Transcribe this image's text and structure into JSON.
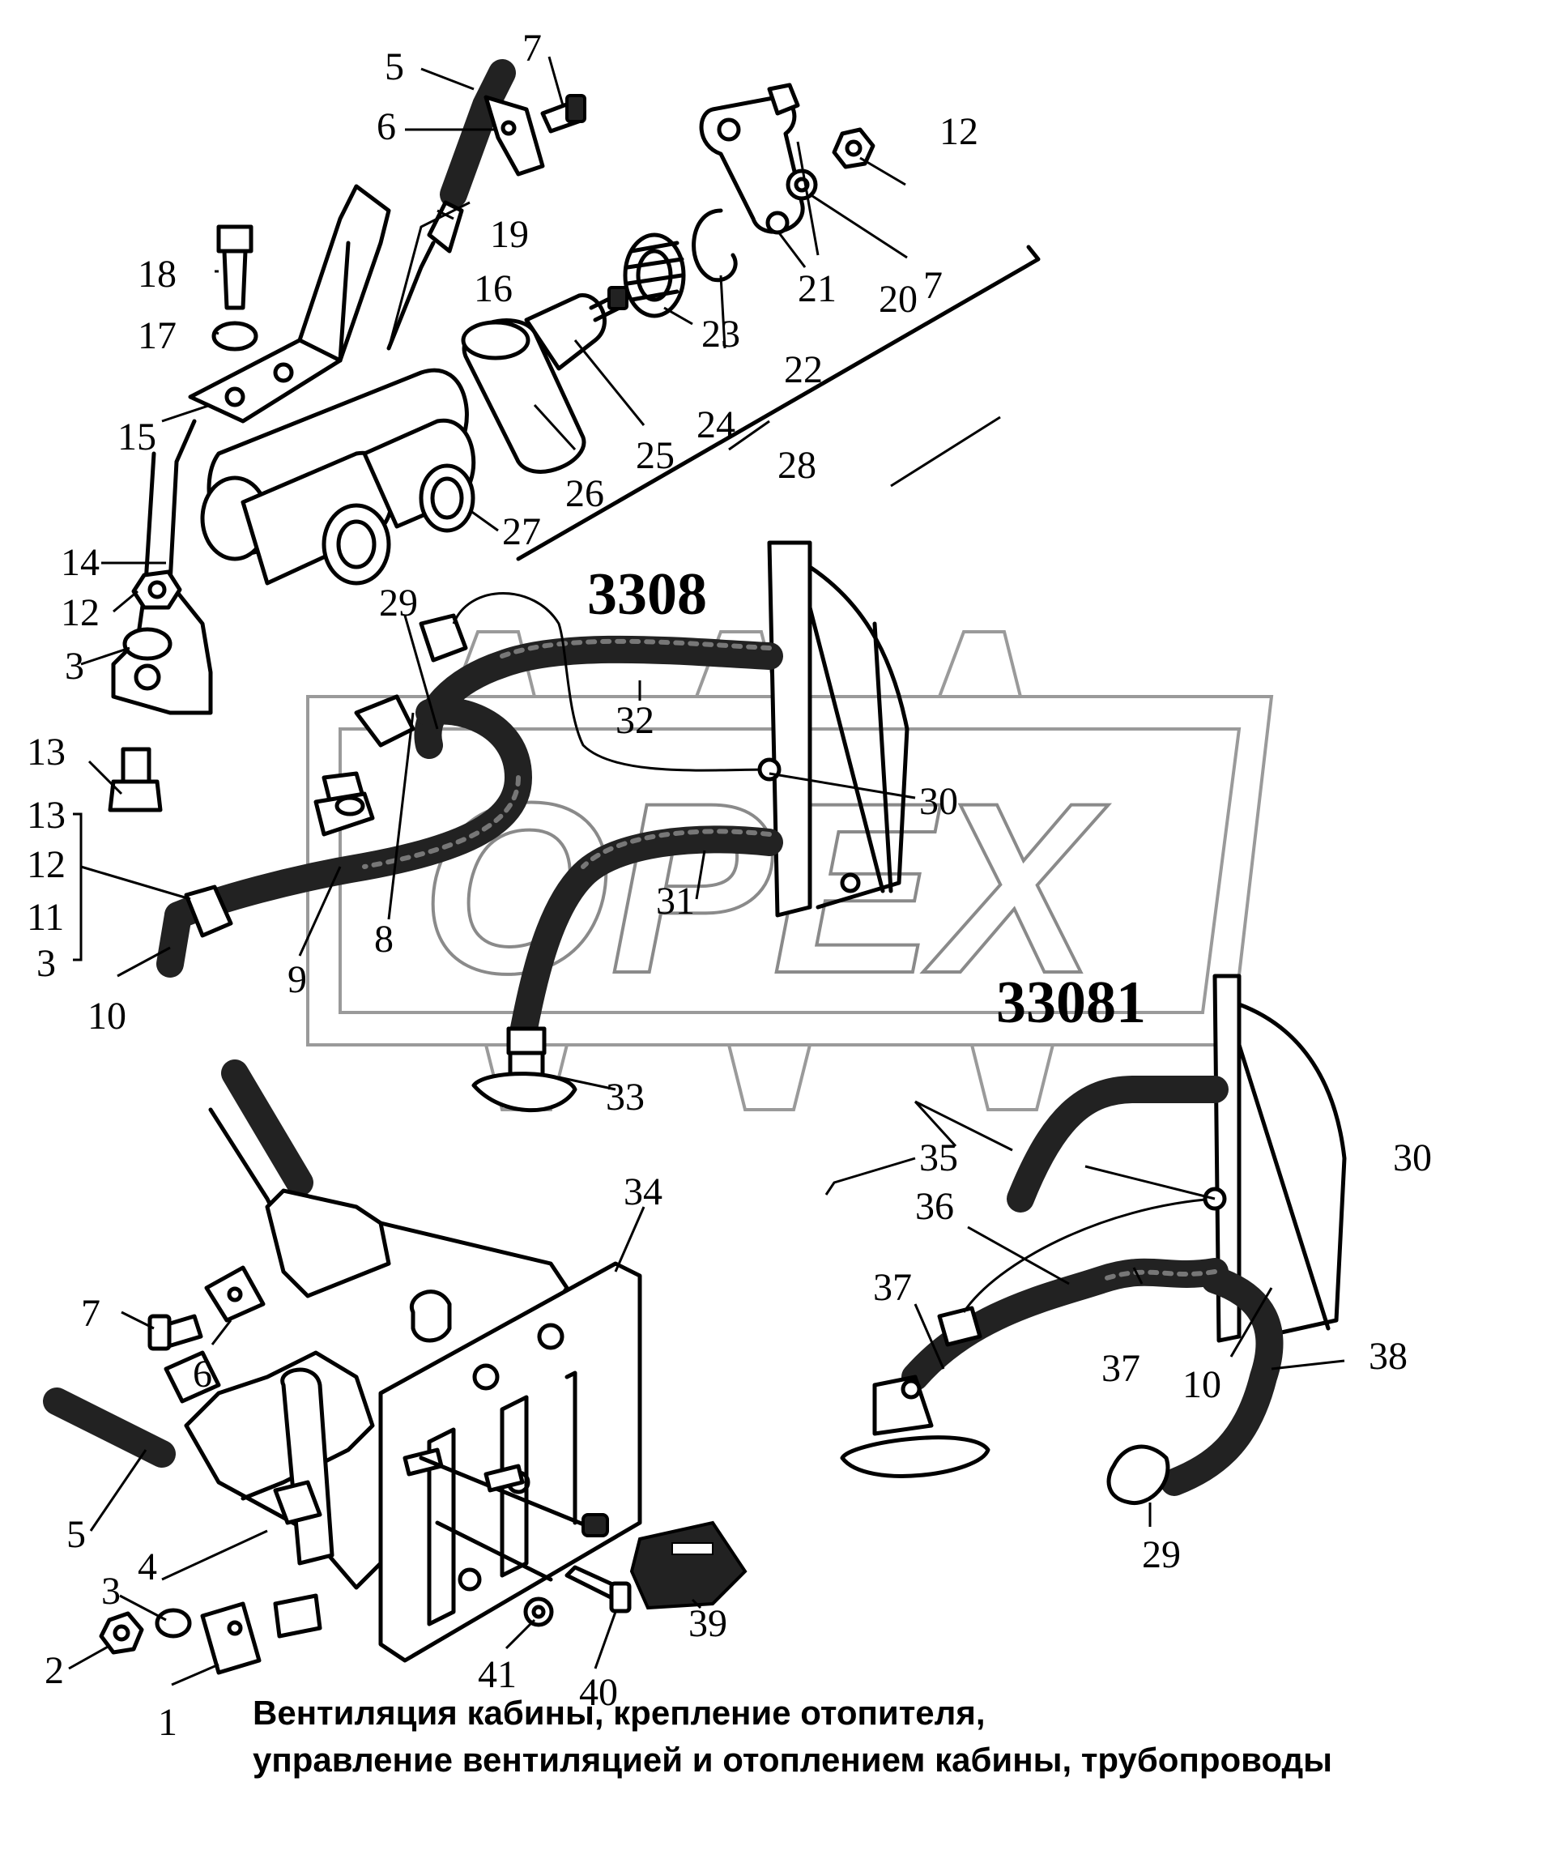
{
  "caption": {
    "line1": "Вентиляция кабины, крепление отопителя,",
    "line2": "управление вентиляцией и отоплением кабины, трубопроводы"
  },
  "watermark": "OPEX",
  "models": [
    "3308",
    "33081"
  ],
  "callouts": [
    "1",
    "2",
    "3",
    "3",
    "3",
    "4",
    "5",
    "5",
    "6",
    "6",
    "7",
    "7",
    "7",
    "8",
    "9",
    "10",
    "10",
    "11",
    "12",
    "12",
    "12",
    "13",
    "13",
    "14",
    "15",
    "16",
    "17",
    "18",
    "19",
    "20",
    "21",
    "22",
    "23",
    "24",
    "25",
    "26",
    "27",
    "28",
    "29",
    "29",
    "30",
    "30",
    "31",
    "32",
    "33",
    "34",
    "35",
    "36",
    "37",
    "37",
    "38",
    "39",
    "40",
    "41"
  ]
}
